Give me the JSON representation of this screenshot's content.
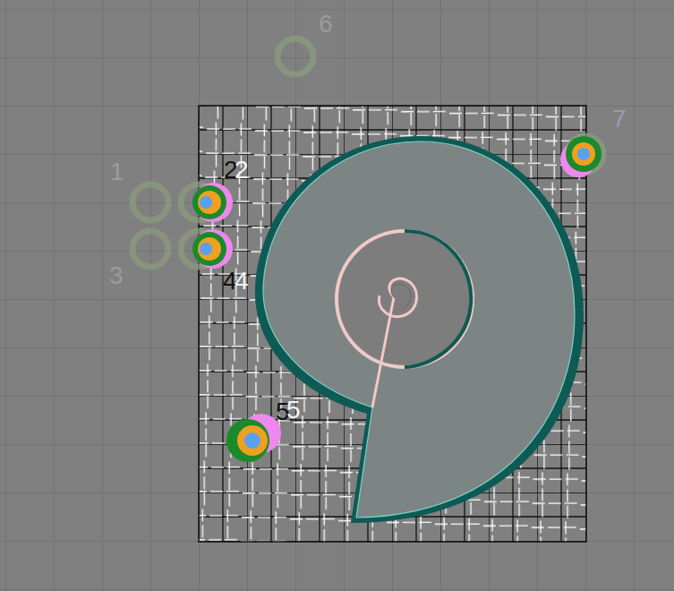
{
  "diagram": {
    "labels": [
      "1",
      "2",
      "2",
      "3",
      "4",
      "4",
      "5",
      "5",
      "6",
      "7"
    ]
  }
}
